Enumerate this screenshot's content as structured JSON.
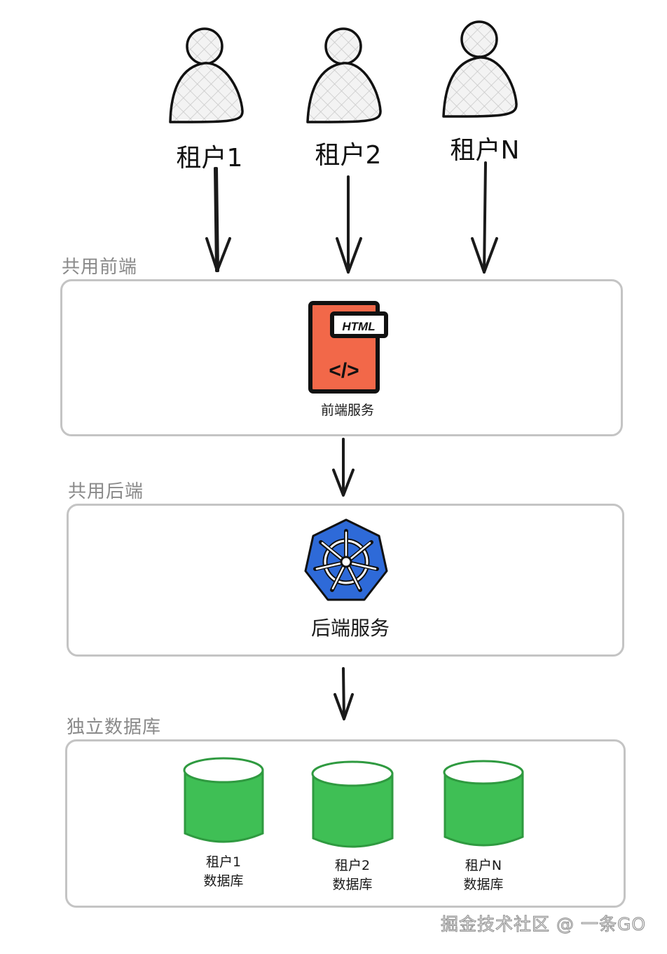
{
  "tenants": [
    {
      "label": "租户1",
      "icon": "user-icon"
    },
    {
      "label": "租户2",
      "icon": "user-icon"
    },
    {
      "label": "租户N",
      "icon": "user-icon"
    }
  ],
  "layers": {
    "frontend": {
      "label": "共用前端",
      "service": "前端服务",
      "icon": "html-file-icon",
      "badge": "HTML",
      "code_glyph": "</>",
      "color": "#f26849"
    },
    "backend": {
      "label": "共用后端",
      "service": "后端服务",
      "icon": "kubernetes-icon",
      "color": "#2e6ad8"
    },
    "databases": {
      "label": "独立数据库",
      "color": "#3fbf55",
      "items": [
        {
          "line1": "租户1",
          "line2": "数据库"
        },
        {
          "line1": "租户2",
          "line2": "数据库"
        },
        {
          "line1": "租户N",
          "line2": "数据库"
        }
      ]
    }
  },
  "watermark": "掘金技术社区 @ 一条GO"
}
